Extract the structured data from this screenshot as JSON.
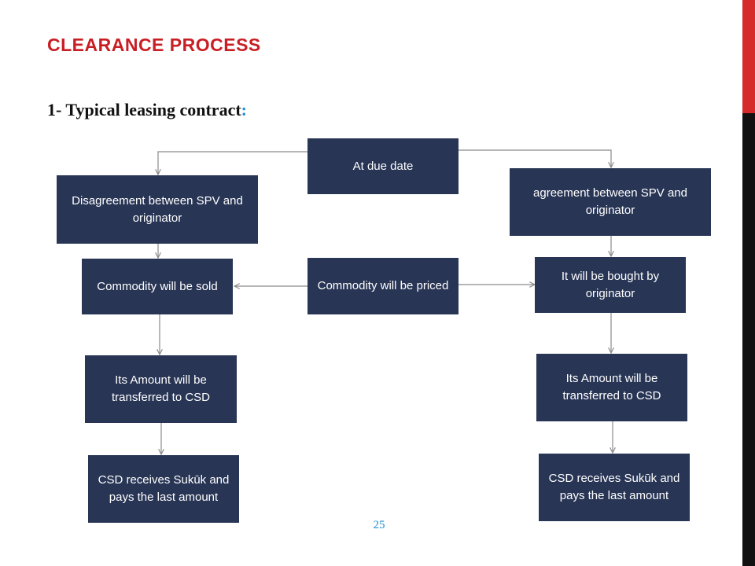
{
  "slide": {
    "title": "CLEARANCE PROCESS",
    "subtitle_main": "1- Typical leasing contract",
    "subtitle_colon": ":",
    "page_number": "25"
  },
  "nodes": {
    "due_date": "At due date",
    "disagreement": "Disagreement between SPV and originator",
    "agreement": "agreement between SPV and originator",
    "commodity_priced": "Commodity will be priced",
    "commodity_sold": "Commodity will be sold",
    "bought_by_originator": "It will be bought by originator",
    "amount_left": "Its Amount will be transferred to CSD",
    "amount_right": "Its Amount will be transferred to CSD",
    "csd_left": "CSD receives Sukūk and pays the last amount",
    "csd_right": "CSD receives Sukūk and pays the last amount"
  },
  "colors": {
    "title": "#c81f25",
    "box_fill": "#283555",
    "accent_blue": "#1f8fd2",
    "side_red": "#d52b2b",
    "side_black": "#111111"
  }
}
